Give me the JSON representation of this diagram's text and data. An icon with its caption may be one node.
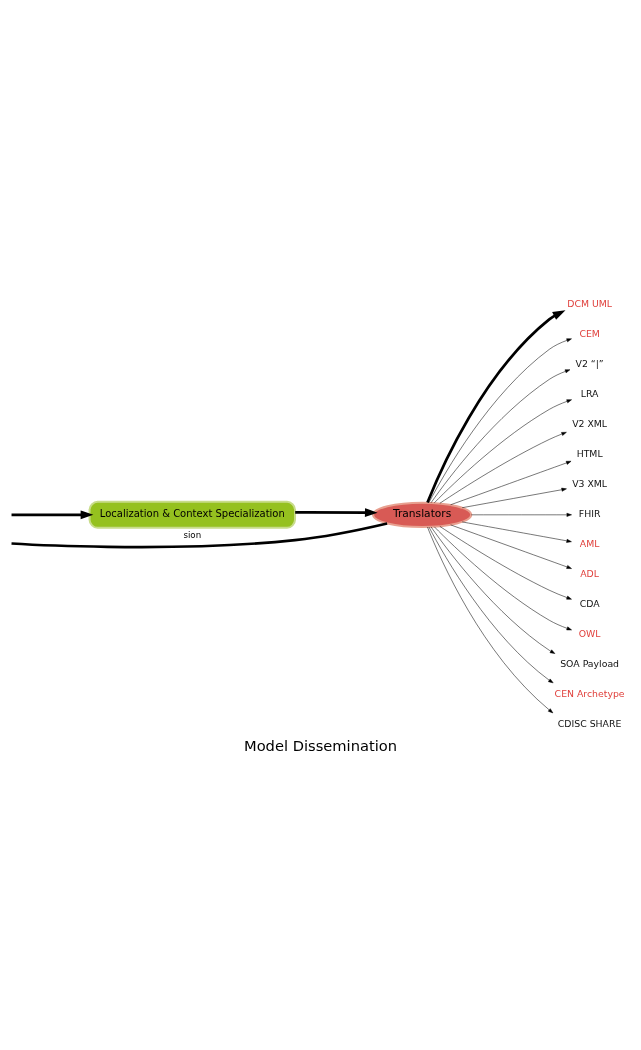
{
  "diagram": {
    "caption": "Model Dissemination",
    "nodes": [
      {
        "text": [
          "Translators"
        ]
      },
      {
        "text": [
          "Localization & Context Specialization"
        ]
      },
      {
        "text": [
          "DCM UML"
        ]
      },
      {
        "text": [
          "CEM"
        ]
      },
      {
        "text": [
          "V2 “|”"
        ]
      },
      {
        "text": [
          "LRA"
        ]
      },
      {
        "text": [
          "V2 XML"
        ]
      },
      {
        "text": [
          "HTML"
        ]
      },
      {
        "text": [
          "V3 XML"
        ]
      },
      {
        "text": [
          "FHIR"
        ]
      },
      {
        "text": [
          "AML"
        ]
      },
      {
        "text": [
          "ADL"
        ]
      },
      {
        "text": [
          "CDA"
        ]
      },
      {
        "text": [
          "OWL"
        ]
      },
      {
        "text": [
          "SOA Payload"
        ]
      },
      {
        "text": [
          "CEN Archetype"
        ]
      },
      {
        "text": [
          "CDISC SHARE"
        ]
      }
    ],
    "edges": [
      {
        "from": null,
        "to": 0,
        "arrow": "none",
        "label": "sion",
        "style": "thick"
      },
      {
        "from": null,
        "to": 1,
        "arrow": "to",
        "style": "thick"
      },
      {
        "from": 1,
        "to": 0,
        "arrow": "to",
        "style": "thick"
      },
      {
        "from": 0,
        "to": 2,
        "arrow": "to",
        "style": "thick"
      },
      {
        "from": 0,
        "to": 3,
        "arrow": "to"
      },
      {
        "from": 0,
        "to": 4,
        "arrow": "to"
      },
      {
        "from": 0,
        "to": 5,
        "arrow": "to"
      },
      {
        "from": 0,
        "to": 6,
        "arrow": "to"
      },
      {
        "from": 0,
        "to": 7,
        "arrow": "to"
      },
      {
        "from": 0,
        "to": 8,
        "arrow": "to"
      },
      {
        "from": 0,
        "to": 9,
        "arrow": "to"
      },
      {
        "from": 0,
        "to": 10,
        "arrow": "to"
      },
      {
        "from": 0,
        "to": 11,
        "arrow": "to"
      },
      {
        "from": 0,
        "to": 12,
        "arrow": "to"
      },
      {
        "from": 0,
        "to": 13,
        "arrow": "to"
      },
      {
        "from": 0,
        "to": 14,
        "arrow": "to"
      },
      {
        "from": 0,
        "to": 15,
        "arrow": "to"
      },
      {
        "from": 0,
        "to": 16,
        "arrow": "to"
      }
    ]
  }
}
